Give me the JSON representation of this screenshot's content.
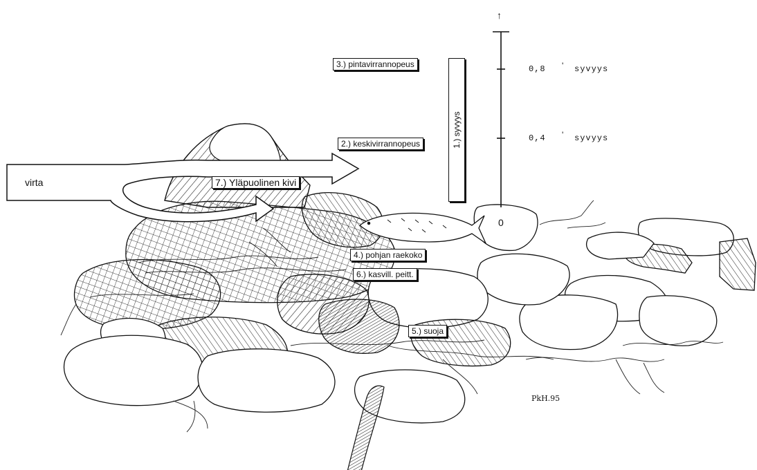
{
  "flow_label": "virta",
  "labels": {
    "surface_velocity": "3.) pintavirrannopeus",
    "mean_velocity": "2.) keskivirrannopeus",
    "depth": "1.) syvyys",
    "upstream_stone": "7.) Yläpuolinen kivi",
    "substrate": "4.) pohjan raekoko",
    "vegetation": "6.) kasvill. peitt.",
    "shelter": "5.) suoja"
  },
  "depth_scale": {
    "top_mark": "↑",
    "mark_08": "0,8",
    "mark_08_unit": "syvyys",
    "mark_04": "0,4",
    "mark_04_unit": "syvyys",
    "zero": "0"
  },
  "signature": "PkH.95"
}
